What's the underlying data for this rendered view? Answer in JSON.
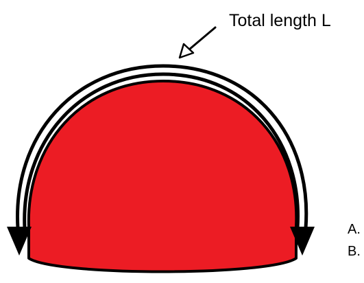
{
  "diagram": {
    "arc_label": "Total length L",
    "options": [
      "A.",
      "B."
    ]
  },
  "colors": {
    "dome_fill": "#ec1c24",
    "outline": "#000000",
    "background": "#ffffff"
  },
  "icons": {
    "pointer": "pointer-arrow-icon",
    "arc": "curved-double-arrow-icon"
  }
}
